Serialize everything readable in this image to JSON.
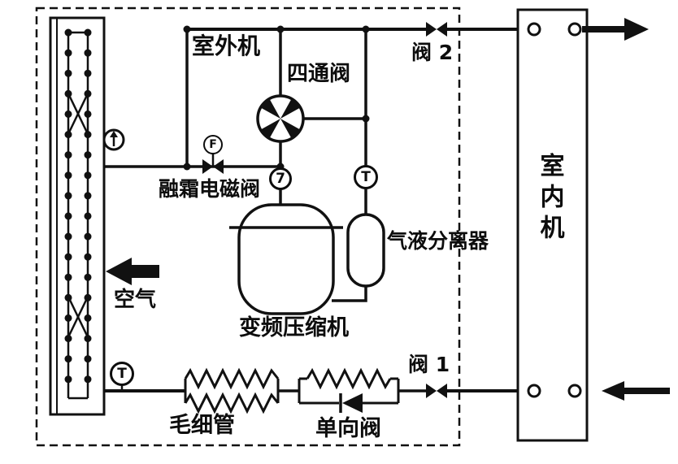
{
  "diagram": {
    "labels": {
      "outdoor_unit": "室外机",
      "four_way_valve": "四通阀",
      "valve_2": "阀 2",
      "defrost_solenoid_valve": "融霜电磁阀",
      "gas_liquid_separator": "气液分离器",
      "inverter_compressor": "变频压缩机",
      "air": "空气",
      "capillary_tube": "毛细管",
      "check_valve": "单向阀",
      "valve_1": "阀 1",
      "indoor_unit": "室内机"
    },
    "badges": {
      "solenoid_f": "F",
      "point_7": "7",
      "temp_sensor_top": "T",
      "temp_sensor_bottom": "T"
    },
    "colors": {
      "line": "#111111",
      "background": "#ffffff"
    }
  }
}
